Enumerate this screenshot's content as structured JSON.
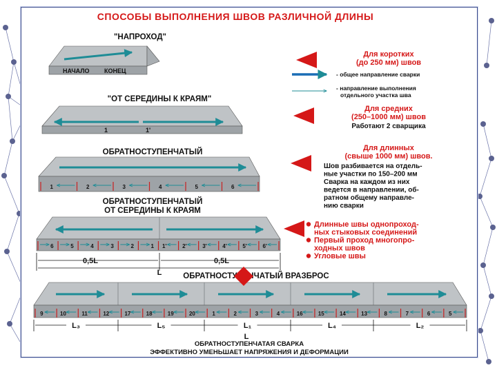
{
  "title": "СПОСОБЫ ВЫПОЛНЕНИЯ ШВОВ РАЗЛИЧНОЙ ДЛИНЫ",
  "methods": {
    "naprohod": "\"НАПРОХОД\"",
    "naprohod_start": "НАЧАЛО",
    "naprohod_end": "КОНЕЦ",
    "middle": "\"ОТ СЕРЕДИНЫ К КРАЯМ\"",
    "middle_labels": [
      "1",
      "1'"
    ],
    "backstep": "ОБРАТНОСТУПЕНЧАТЫЙ",
    "backstep_segments": [
      "1",
      "2",
      "3",
      "4",
      "5",
      "6"
    ],
    "backstep_mid_line1": "ОБРАТНОСТУПЕНЧАТЫЙ",
    "backstep_mid_line2": "ОТ СЕРЕДИНЫ К КРАЯМ",
    "backstep_mid_segments": [
      "6",
      "5",
      "4",
      "3",
      "2",
      "1",
      "1'",
      "2'",
      "3'",
      "4'",
      "5'",
      "6'"
    ],
    "dim_half": "0,5L",
    "dim_L": "L",
    "scatter": "ОБРАТНОСТУПЕНЧАТЫЙ ВРАЗБРОС",
    "scatter_segments": [
      "9",
      "10",
      "11",
      "12",
      "17",
      "18",
      "19",
      "20",
      "1",
      "2",
      "3",
      "4",
      "16",
      "15",
      "14",
      "13",
      "8",
      "7",
      "6",
      "5"
    ],
    "scatter_dims": [
      "L₃",
      "L₅",
      "L₁",
      "L₄",
      "L₂"
    ],
    "scatter_L": "L"
  },
  "legend": {
    "short_line1": "Для коротких",
    "short_line2": "(до 250 мм) швов",
    "general_dir": "- общее направление сварки",
    "local_dir_line1": "- направление выполнения",
    "local_dir_line2": "отдельного участка шва",
    "medium_line1": "Для средних",
    "medium_line2": "(250–1000 мм) швов",
    "medium_note": "Работают 2 сварщика",
    "long_line1": "Для длинных",
    "long_line2": "(свыше 1000 мм) швов.",
    "long_desc": [
      "Шов разбивается на отдель-",
      "ные участки по 150–200 мм",
      "Сварка на каждом из них",
      "ведется в направлении, об-",
      "ратном общему направле-",
      "нию сварки"
    ],
    "bullets": [
      [
        "Длинные швы однопроход-",
        "ных стыковых соединений"
      ],
      [
        "Первый проход многопро-",
        "ходных швов"
      ],
      [
        "Угловые швы"
      ]
    ]
  },
  "footer": {
    "line1": "ОБРАТНОСТУПЕНЧАТАЯ СВАРКА",
    "line2": "ЭФФЕКТИВНО УМЕНЬШАЕТ НАПРЯЖЕНИЯ И ДЕФОРМАЦИИ"
  },
  "colors": {
    "title": "#d51818",
    "plate_top": "#bfc3c6",
    "plate_front": "#9ea3a7",
    "arrow": "#1e8c96",
    "marker": "#d51818",
    "ink": "#111111",
    "net": "#5b6290"
  }
}
